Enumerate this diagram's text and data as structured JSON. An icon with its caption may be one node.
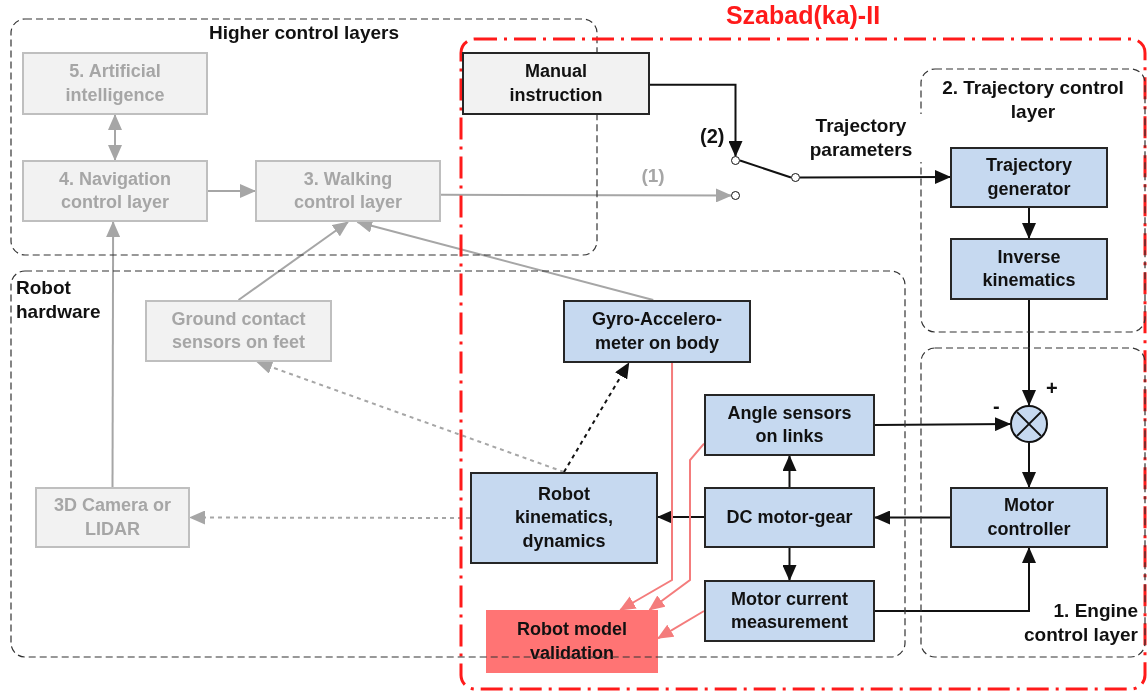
{
  "diagram": {
    "nodes": [
      {
        "text": [
          "Higher control layers"
        ]
      },
      {
        "text": [
          "Szabad(ka)-II"
        ]
      },
      {
        "text": [
          "Robot hardware"
        ]
      },
      {
        "text": [
          "2. Trajectory control layer"
        ],
        "in": 1
      },
      {
        "text": [
          "1. Engine control layer"
        ],
        "in": 1
      },
      {
        "text": [
          "5. Artificial intelligence"
        ],
        "in": 0
      },
      {
        "text": [
          "4. Navigation control layer"
        ],
        "in": 0
      },
      {
        "text": [
          "3. Walking control layer"
        ],
        "in": 0
      },
      {
        "text": [
          "Manual instruction"
        ],
        "in": 1
      },
      {
        "text": [],
        "shape": "circle",
        "in": 1,
        "beside": [
          "(2)"
        ]
      },
      {
        "text": [],
        "shape": "circle",
        "in": 1
      },
      {
        "text": [],
        "shape": "circle",
        "in": 1
      },
      {
        "text": [
          "Trajectory generator"
        ],
        "in": 3
      },
      {
        "text": [
          "Inverse kinematics"
        ],
        "in": 3
      },
      {
        "text": [],
        "shape": "circle",
        "in": 4,
        "beside": [
          "+",
          "-"
        ]
      },
      {
        "text": [
          "Motor controller"
        ],
        "in": 4
      },
      {
        "text": [
          "Ground contact sensors on feet"
        ],
        "in": 2
      },
      {
        "text": [
          "Gyro-Accelero-meter on body"
        ]
      },
      {
        "text": [
          "Angle sensors on links"
        ]
      },
      {
        "text": [
          "3D Camera or LIDAR"
        ],
        "in": 2
      },
      {
        "text": [
          "Robot kinematics, dynamics"
        ]
      },
      {
        "text": [
          "DC motor-gear"
        ]
      },
      {
        "text": [
          "Motor current measurement"
        ]
      },
      {
        "text": [
          "Robot model validation"
        ],
        "in": 1
      }
    ],
    "edges": [
      {
        "from": 5,
        "to": 6,
        "arrow": "both",
        "color": "#a6a6a6"
      },
      {
        "from": 6,
        "to": 7,
        "arrow": "to",
        "color": "#a6a6a6"
      },
      {
        "from": 7,
        "to": 10,
        "arrow": "to",
        "label": "(1)",
        "color": "#a6a6a6"
      },
      {
        "from": 8,
        "to": 9,
        "arrow": "to"
      },
      {
        "from": 11,
        "to": 9,
        "arrow": "none"
      },
      {
        "from": 11,
        "to": 12,
        "arrow": "to",
        "label": "Trajectory parameters"
      },
      {
        "from": 12,
        "to": 13,
        "arrow": "to"
      },
      {
        "from": 13,
        "to": 14,
        "arrow": "to"
      },
      {
        "from": 18,
        "to": 14,
        "arrow": "to"
      },
      {
        "from": 14,
        "to": 15,
        "arrow": "to"
      },
      {
        "from": 15,
        "to": 21,
        "arrow": "to"
      },
      {
        "from": 22,
        "to": 15,
        "arrow": "to"
      },
      {
        "from": 21,
        "to": 18,
        "arrow": "to"
      },
      {
        "from": 21,
        "to": 20,
        "arrow": "to"
      },
      {
        "from": 21,
        "to": 22,
        "arrow": "to"
      },
      {
        "from": 19,
        "to": 6,
        "arrow": "to",
        "color": "#a6a6a6"
      },
      {
        "from": 16,
        "to": 7,
        "arrow": "to",
        "color": "#a6a6a6"
      },
      {
        "from": 17,
        "to": 7,
        "arrow": "to",
        "color": "#a6a6a6"
      },
      {
        "from": 20,
        "to": 16,
        "arrow": "to",
        "style": "dashed",
        "color": "#a6a6a6"
      },
      {
        "from": 20,
        "to": 19,
        "arrow": "to",
        "style": "dashed",
        "color": "#a6a6a6"
      },
      {
        "from": 20,
        "to": 17,
        "arrow": "to",
        "style": "dashed"
      },
      {
        "from": 17,
        "to": 23,
        "arrow": "to",
        "color": "#f47c7c"
      },
      {
        "from": 18,
        "to": 23,
        "arrow": "to",
        "color": "#f47c7c"
      },
      {
        "from": 22,
        "to": 23,
        "arrow": "to",
        "color": "#f47c7c"
      }
    ]
  }
}
